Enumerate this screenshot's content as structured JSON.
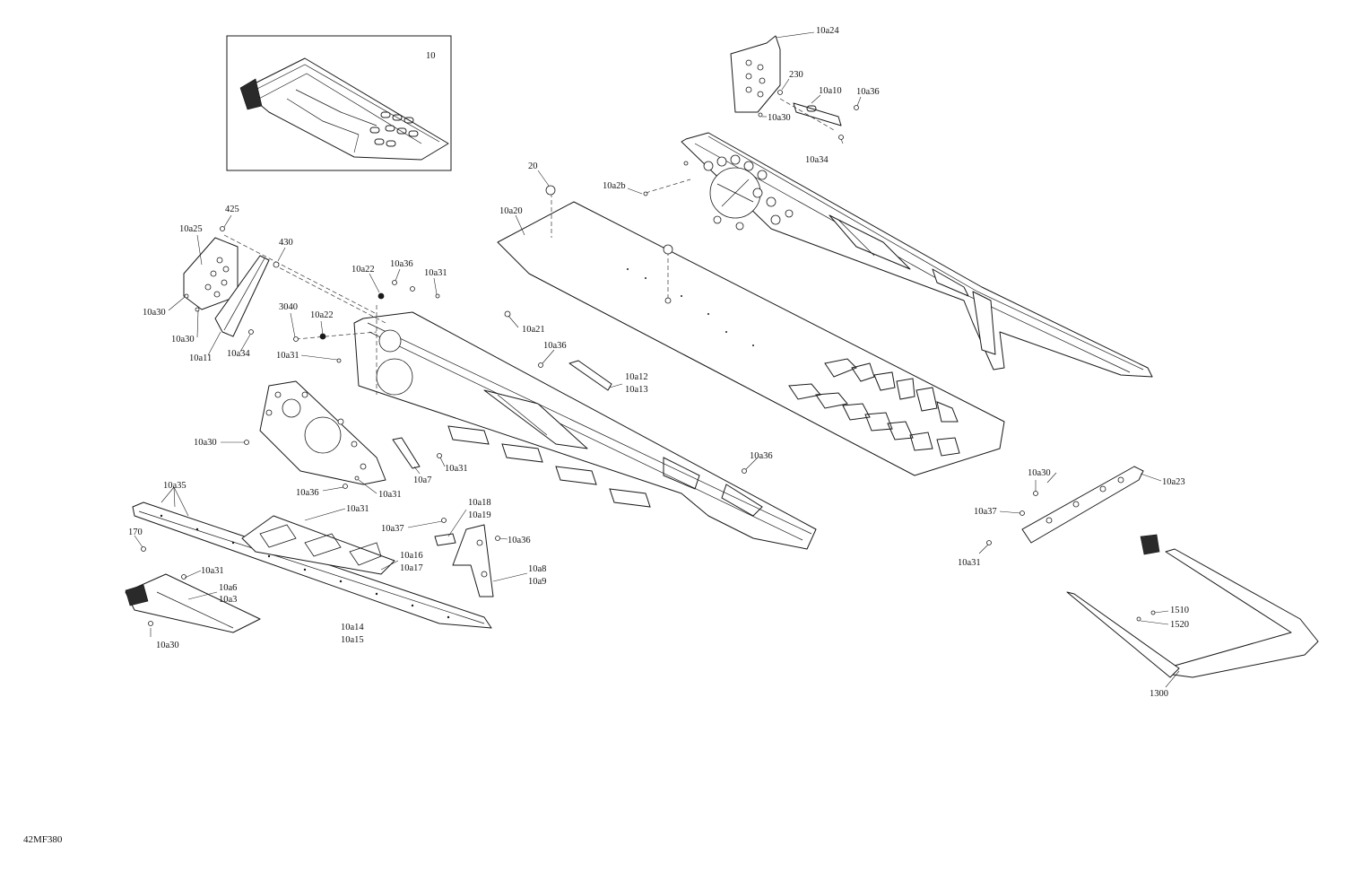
{
  "document_code": "42MF380",
  "callouts": {
    "c10": "10",
    "c10a24": "10a24",
    "c230": "230",
    "c10a10": "10a10",
    "c10a36_top": "10a36",
    "c10a30_top": "10a30",
    "c10a34_top": "10a34",
    "c20": "20",
    "c10a2b": "10a2b",
    "c10a20": "10a20",
    "c425": "425",
    "c10a25": "10a25",
    "c430": "430",
    "c10a22_a": "10a22",
    "c10a36_b": "10a36",
    "c10a31_a": "10a31",
    "c10a30_a": "10a30",
    "c10a30_b": "10a30",
    "c10a11": "10a11",
    "c10a34_b": "10a34",
    "c3040": "3040",
    "c10a22_b": "10a22",
    "c10a21": "10a21",
    "c10a31_b": "10a31",
    "c10a36_c": "10a36",
    "c10a12": "10a12",
    "c10a13": "10a13",
    "c10a30_c": "10a30",
    "c10a7": "10a7",
    "c10a31_c": "10a31",
    "c10a36_d": "10a36",
    "c10a31_d": "10a31",
    "c10a36_e": "10a36",
    "c10a35": "10a35",
    "c10a31_e": "10a31",
    "c170": "170",
    "c10a37_a": "10a37",
    "c10a18": "10a18",
    "c10a19": "10a19",
    "c10a36_f": "10a36",
    "c10a16": "10a16",
    "c10a17": "10a17",
    "c10a8": "10a8",
    "c10a9": "10a9",
    "c10a31_f": "10a31",
    "c10a6": "10a6",
    "c10a3": "10a3",
    "c10a14": "10a14",
    "c10a15": "10a15",
    "c10a30_d": "10a30",
    "c10a30_e": "10a30",
    "c10a23": "10a23",
    "c10a37_b": "10a37",
    "c10a31_g": "10a31",
    "c1510": "1510",
    "c1520": "1520",
    "c1300": "1300"
  }
}
